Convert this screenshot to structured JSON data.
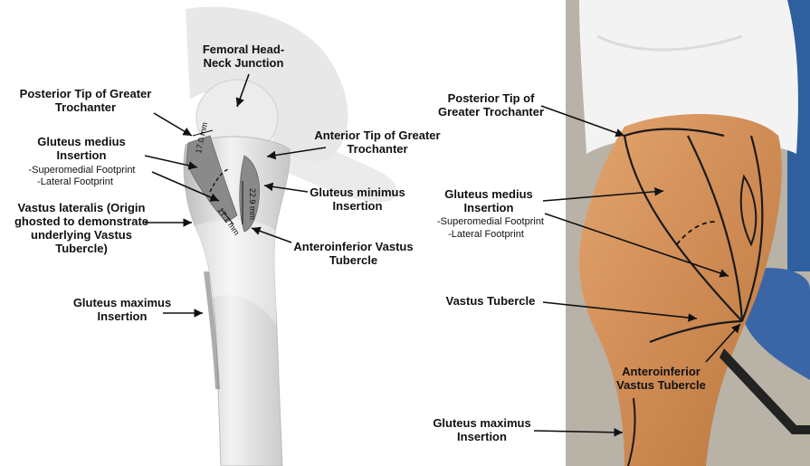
{
  "left_panel": {
    "labels": {
      "femoral_head_neck": "Femoral Head-Neck Junction",
      "posterior_tip": "Posterior Tip of Greater Trochanter",
      "anterior_tip": "Anterior Tip of Greater Trochanter",
      "gluteus_medius": "Gluteus medius Insertion",
      "superomedial": "-Superomedial Footprint",
      "lateral": "-Lateral Footprint",
      "gluteus_minimus": "Gluteus minimus Insertion",
      "vastus_lateralis": "Vastus lateralis (Origin ghosted to demonstrate underlying Vastus Tubercle)",
      "anteroinferior": "Anteroinferior Vastus Tubercle",
      "gluteus_maximus": "Gluteus maximus Insertion"
    },
    "measurements": {
      "m1": "17.0 mm",
      "m2": "22.9 mm",
      "m3": "17.1 mm"
    }
  },
  "right_panel": {
    "labels": {
      "posterior_tip": "Posterior Tip of Greater Trochanter",
      "gluteus_medius": "Gluteus medius Insertion",
      "superomedial": "-Superomedial Footprint",
      "lateral": "-Lateral Footprint",
      "vastus_tubercle": "Vastus Tubercle",
      "anteroinferior": "Anteroinferior Vastus Tubercle",
      "gluteus_maximus": "Gluteus maximus Insertion"
    }
  },
  "colors": {
    "bone": "#e7e7e7",
    "footprint": "#8a8a8a",
    "muscle": "#d9a06c",
    "drape": "#f3f3f3",
    "background_blue": "#2f5f9e"
  }
}
